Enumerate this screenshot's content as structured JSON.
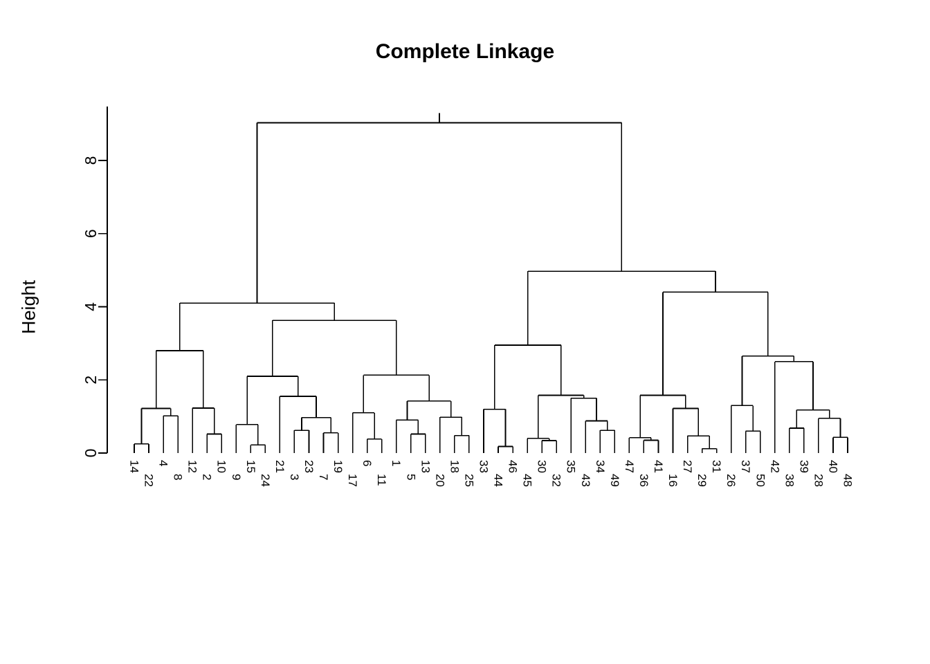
{
  "plot": {
    "title": "Complete Linkage",
    "ylabel": "Height",
    "background": "#ffffff",
    "line_color": "#000000"
  },
  "axis": {
    "ticks": [
      "0",
      "2",
      "4",
      "6",
      "8"
    ],
    "tick_values": [
      0,
      2,
      4,
      6,
      8
    ],
    "ylim": [
      0,
      9.45
    ]
  },
  "chart_data": {
    "type": "dendrogram",
    "title": "Complete Linkage",
    "xlabel": "",
    "ylabel": "Height",
    "ylim": [
      0,
      9.45
    ],
    "grid": false,
    "legend": "none",
    "n_leaves": 50,
    "leaf_order": [
      14,
      22,
      4,
      8,
      12,
      2,
      10,
      9,
      15,
      24,
      21,
      3,
      23,
      7,
      19,
      17,
      6,
      11,
      1,
      5,
      13,
      20,
      18,
      25,
      33,
      44,
      46,
      45,
      30,
      32,
      35,
      43,
      34,
      49,
      47,
      36,
      41,
      16,
      27,
      29,
      31,
      26,
      37,
      50,
      42,
      38,
      39,
      28,
      40,
      48
    ],
    "merges": [
      {
        "id": "m1",
        "left": "14",
        "right": "22",
        "height": 0.25
      },
      {
        "id": "m2",
        "left": "4",
        "right": "8",
        "height": 1.02
      },
      {
        "id": "m3",
        "left": "m1",
        "right": "m2",
        "height": 1.22
      },
      {
        "id": "m4",
        "left": "2",
        "right": "10",
        "height": 0.52
      },
      {
        "id": "m5",
        "left": "12",
        "right": "m4",
        "height": 1.23
      },
      {
        "id": "m6",
        "left": "m3",
        "right": "m5",
        "height": 2.8
      },
      {
        "id": "m7",
        "left": "15",
        "right": "24",
        "height": 0.22
      },
      {
        "id": "m8",
        "left": "9",
        "right": "m7",
        "height": 0.78
      },
      {
        "id": "m9",
        "left": "3",
        "right": "23",
        "height": 0.62
      },
      {
        "id": "m10",
        "left": "7",
        "right": "19",
        "height": 0.55
      },
      {
        "id": "m11",
        "left": "m9",
        "right": "m10",
        "height": 0.97
      },
      {
        "id": "m12",
        "left": "21",
        "right": "m11",
        "height": 1.55
      },
      {
        "id": "m13",
        "left": "m8",
        "right": "m12",
        "height": 2.1
      },
      {
        "id": "m14",
        "left": "6",
        "right": "11",
        "height": 0.38
      },
      {
        "id": "m15",
        "left": "17",
        "right": "m14",
        "height": 1.1
      },
      {
        "id": "m16",
        "left": "5",
        "right": "13",
        "height": 0.52
      },
      {
        "id": "m17",
        "left": "1",
        "right": "m16",
        "height": 0.9
      },
      {
        "id": "m18",
        "left": "18",
        "right": "25",
        "height": 0.48
      },
      {
        "id": "m19",
        "left": "20",
        "right": "m18",
        "height": 0.98
      },
      {
        "id": "m20",
        "left": "m17",
        "right": "m19",
        "height": 1.42
      },
      {
        "id": "m21",
        "left": "m15",
        "right": "m20",
        "height": 2.13
      },
      {
        "id": "m22",
        "left": "m13",
        "right": "m21",
        "height": 3.63
      },
      {
        "id": "m23",
        "left": "m6",
        "right": "m22",
        "height": 4.1
      },
      {
        "id": "m24",
        "left": "44",
        "right": "46",
        "height": 0.18
      },
      {
        "id": "m25",
        "left": "33",
        "right": "m24",
        "height": 1.2
      },
      {
        "id": "m26",
        "left": "30",
        "right": "32",
        "height": 0.34
      },
      {
        "id": "m27",
        "left": "45",
        "right": "m26",
        "height": 0.4
      },
      {
        "id": "m28",
        "left": "34",
        "right": "49",
        "height": 0.62
      },
      {
        "id": "m29",
        "left": "43",
        "right": "m28",
        "height": 0.88
      },
      {
        "id": "m30",
        "left": "35",
        "right": "m29",
        "height": 1.5
      },
      {
        "id": "m31",
        "left": "m27",
        "right": "m30",
        "height": 1.58
      },
      {
        "id": "m32",
        "left": "m25",
        "right": "m31",
        "height": 2.95
      },
      {
        "id": "m33",
        "left": "36",
        "right": "41",
        "height": 0.35
      },
      {
        "id": "m34",
        "left": "47",
        "right": "m33",
        "height": 0.42
      },
      {
        "id": "m35",
        "left": "29",
        "right": "31",
        "height": 0.12
      },
      {
        "id": "m36",
        "left": "27",
        "right": "m35",
        "height": 0.47
      },
      {
        "id": "m37",
        "left": "16",
        "right": "m36",
        "height": 1.22
      },
      {
        "id": "m38",
        "left": "m34",
        "right": "m37",
        "height": 1.58
      },
      {
        "id": "m39",
        "left": "37",
        "right": "50",
        "height": 0.6
      },
      {
        "id": "m40",
        "left": "26",
        "right": "m39",
        "height": 1.3
      },
      {
        "id": "m41",
        "left": "38",
        "right": "39",
        "height": 0.68
      },
      {
        "id": "m42",
        "left": "40",
        "right": "48",
        "height": 0.43
      },
      {
        "id": "m43",
        "left": "28",
        "right": "m42",
        "height": 0.95
      },
      {
        "id": "m44",
        "left": "m41",
        "right": "m43",
        "height": 1.18
      },
      {
        "id": "m45",
        "left": "42",
        "right": "m44",
        "height": 2.5
      },
      {
        "id": "m46",
        "left": "m40",
        "right": "m45",
        "height": 2.65
      },
      {
        "id": "m47",
        "left": "m38",
        "right": "m46",
        "height": 4.4
      },
      {
        "id": "m48",
        "left": "m32",
        "right": "m47",
        "height": 4.97
      },
      {
        "id": "m49",
        "left": "m23",
        "right": "m48",
        "height": 9.03
      }
    ]
  }
}
